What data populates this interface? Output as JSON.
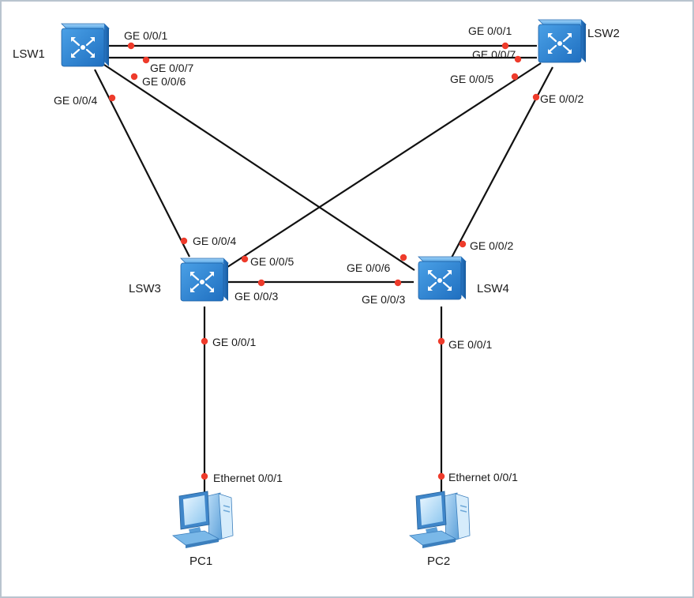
{
  "devices": {
    "lsw1": {
      "name": "LSW1"
    },
    "lsw2": {
      "name": "LSW2"
    },
    "lsw3": {
      "name": "LSW3"
    },
    "lsw4": {
      "name": "LSW4"
    },
    "pc1": {
      "name": "PC1"
    },
    "pc2": {
      "name": "PC2"
    }
  },
  "ports": {
    "lsw1_ge001": "GE 0/0/1",
    "lsw2_ge001": "GE 0/0/1",
    "lsw1_ge007": "GE 0/0/7",
    "lsw2_ge007": "GE 0/0/7",
    "lsw1_ge006": "GE 0/0/6",
    "lsw1_ge004": "GE 0/0/4",
    "lsw2_ge005": "GE 0/0/5",
    "lsw2_ge002": "GE 0/0/2",
    "lsw3_ge004": "GE 0/0/4",
    "lsw3_ge005": "GE 0/0/5",
    "lsw3_ge003": "GE 0/0/3",
    "lsw3_ge001": "GE 0/0/1",
    "lsw4_ge006": "GE 0/0/6",
    "lsw4_ge003": "GE 0/0/3",
    "lsw4_ge002": "GE 0/0/2",
    "lsw4_ge001": "GE 0/0/1",
    "pc1_eth001": "Ethernet 0/0/1",
    "pc2_eth001": "Ethernet 0/0/1"
  },
  "colors": {
    "port_dot": "#ee3b2b",
    "switch_body": "#3f8fd6",
    "link": "#111111"
  }
}
